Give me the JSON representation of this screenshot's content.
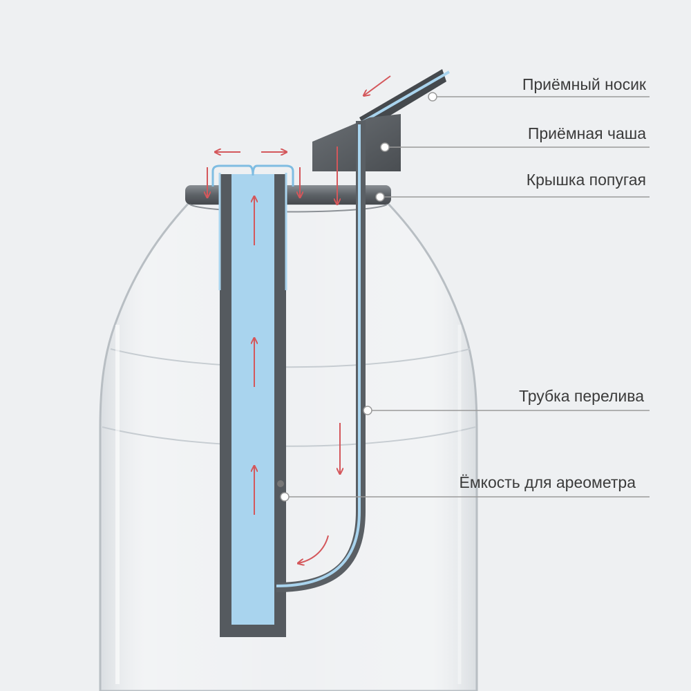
{
  "diagram": {
    "labels": {
      "spout": "Приёмный носик",
      "cup": "Приёмная чаша",
      "lid": "Крышка попугая",
      "overflow_tube": "Трубка перелива",
      "hydrometer_container": "Ёмкость для ареометра"
    },
    "colors": {
      "background": "#eef0f2",
      "liquid": "#a9d4ee",
      "liquid_stroke": "#7fbde2",
      "frame": "#555a5f",
      "arrows": "#d4575b",
      "callout_line": "#9a9a9a",
      "label_text": "#3b3b3b"
    }
  }
}
